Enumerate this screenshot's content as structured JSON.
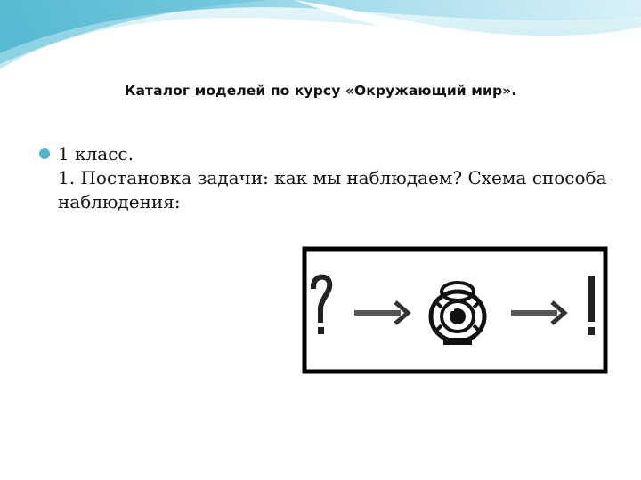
{
  "slide": {
    "title": "Каталог  моделей по курсу «Окружающий мир».",
    "bullet": {
      "heading": "1 класс.",
      "line": "1. Постановка задачи: как мы наблюдаем?   Схема способа наблюдения:"
    },
    "schema": {
      "icons": [
        "question-mark-icon",
        "arrow-right-icon",
        "eye-icon",
        "arrow-right-icon",
        "exclamation-mark-icon"
      ]
    },
    "colors": {
      "wave_light": "#d6f0f7",
      "wave_mid": "#8fd3e6",
      "wave_dark": "#3aa9c7",
      "bullet": "#4fb7c9",
      "frame": "#000000"
    }
  }
}
